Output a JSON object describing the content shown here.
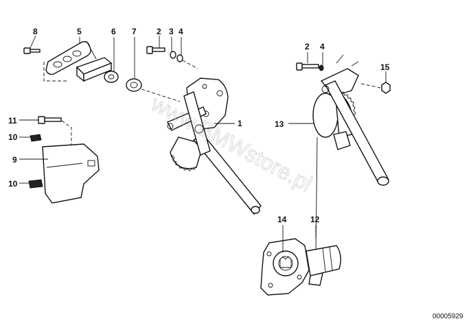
{
  "diagram": {
    "reference_number": "00005929",
    "watermark": "www.BMWstore.pl",
    "callouts": {
      "c8": "8",
      "c5": "5",
      "c6": "6",
      "c7": "7",
      "c2a": "2",
      "c3": "3",
      "c4a": "4",
      "c2b": "2",
      "c4b": "4",
      "c15": "15",
      "c1": "1",
      "c13": "13",
      "c11": "11",
      "c10a": "10",
      "c9": "9",
      "c10b": "10",
      "c14": "14",
      "c12": "12"
    }
  }
}
